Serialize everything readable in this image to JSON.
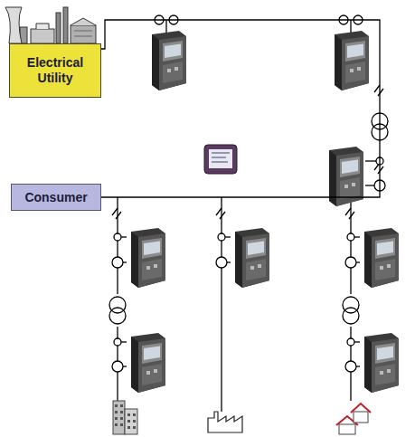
{
  "diagram": {
    "nodes": [
      {
        "text": [
          "Electrical Utility"
        ]
      },
      {
        "text": [
          "Consumer"
        ]
      }
    ],
    "edges": [
      {
        "from": 0,
        "to": 1,
        "arrow": "none"
      }
    ]
  }
}
